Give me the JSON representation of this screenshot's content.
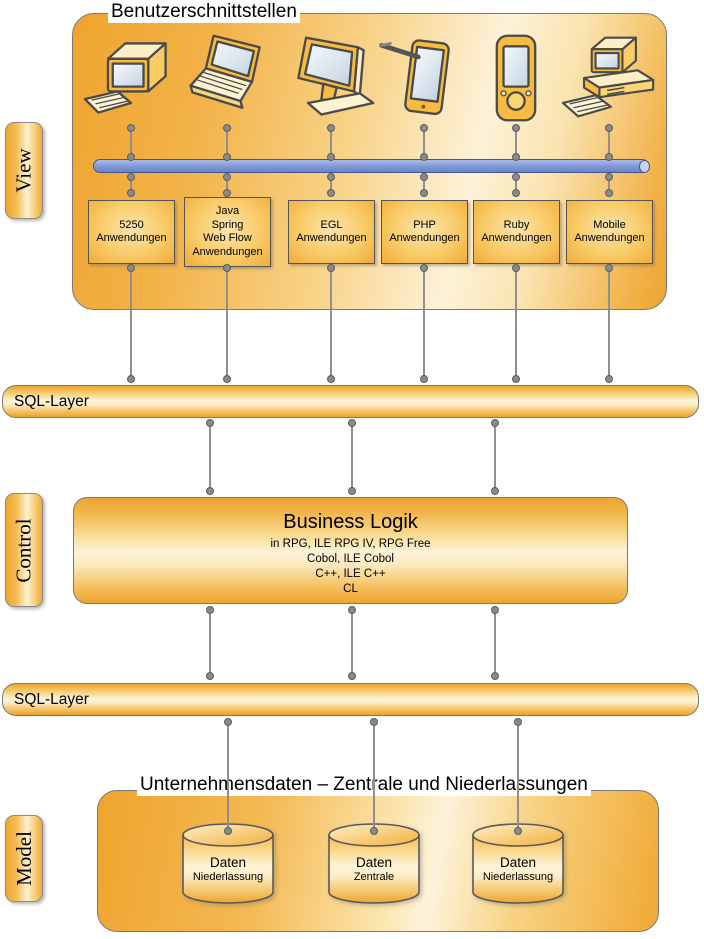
{
  "layer_labels": {
    "view": "View",
    "control": "Control",
    "model": "Model"
  },
  "user_interfaces": {
    "title": "Benutzerschnittstellen",
    "device_icons": [
      "crt-terminal-icon",
      "laptop-icon",
      "lcd-monitor-icon",
      "tablet-stylus-icon",
      "pda-icon",
      "desktop-computer-icon"
    ],
    "applications": [
      {
        "lines": [
          "5250",
          "Anwendungen"
        ]
      },
      {
        "lines": [
          "Java",
          "Spring",
          "Web Flow",
          "Anwendungen"
        ]
      },
      {
        "lines": [
          "EGL",
          "Anwendungen"
        ]
      },
      {
        "lines": [
          "PHP",
          "Anwendungen"
        ]
      },
      {
        "lines": [
          "Ruby",
          "Anwendungen"
        ]
      },
      {
        "lines": [
          "Mobile",
          "Anwendungen"
        ]
      }
    ]
  },
  "sql_layers": {
    "top": "SQL-Layer",
    "bottom": "SQL-Layer"
  },
  "business_logic": {
    "title": "Business Logik",
    "details": [
      "in RPG, ILE RPG IV, RPG Free",
      "Cobol, ILE Cobol",
      "C++, ILE C++",
      "CL"
    ]
  },
  "enterprise_data": {
    "title": "Unternehmensdaten – Zentrale und Niederlassungen",
    "databases": [
      {
        "name": "Daten",
        "location": "Niederlassung"
      },
      {
        "name": "Daten",
        "location": "Zentrale"
      },
      {
        "name": "Daten",
        "location": "Niederlassung"
      }
    ]
  },
  "colors": {
    "orange_dark": "#efa42e",
    "orange_mid": "#f6c264",
    "cream_light": "#fdf3da",
    "bus_blue": "#7e97d8",
    "outline_gray": "#7a7a7a",
    "connector_gray": "#8a8a8a"
  }
}
